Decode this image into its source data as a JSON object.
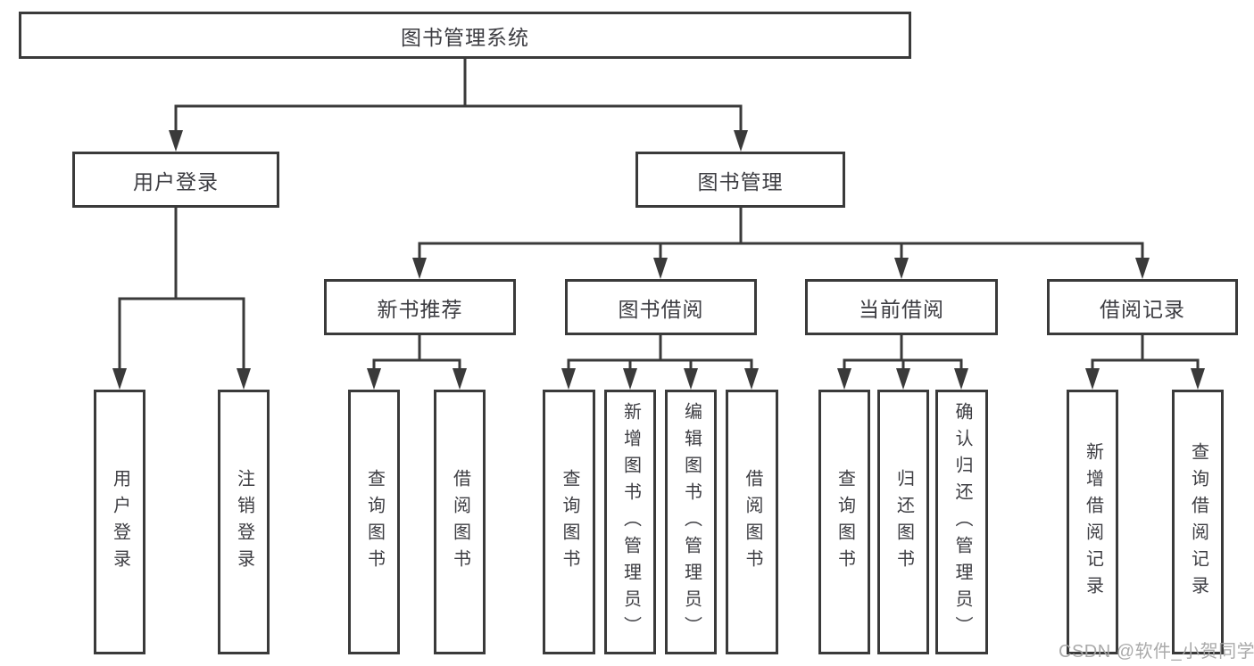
{
  "colors": {
    "line": "#3a3a3a",
    "border": "#3a3a3a",
    "text": "#3d3d42",
    "background": "#ffffff",
    "watermark": "#a5a5a5"
  },
  "watermark": "CSDN @软件_小贺同学",
  "tree": {
    "root": "图书管理系统",
    "level2": [
      "用户登录",
      "图书管理"
    ],
    "level3": [
      "新书推荐",
      "图书借阅",
      "当前借阅",
      "借阅记录"
    ],
    "leaves": {
      "user_login": [
        "用户登录",
        "注销登录"
      ],
      "new_book": [
        "查询图书",
        "借阅图书"
      ],
      "book_borrow": [
        "查询图书",
        "新增图书（管理员）",
        "编辑图书（管理员）",
        "借阅图书"
      ],
      "current_borrow": [
        "查询图书",
        "归还图书",
        "确认归还（管理员）"
      ],
      "borrow_record": [
        "新增借阅记录",
        "查询借阅记录"
      ]
    }
  }
}
